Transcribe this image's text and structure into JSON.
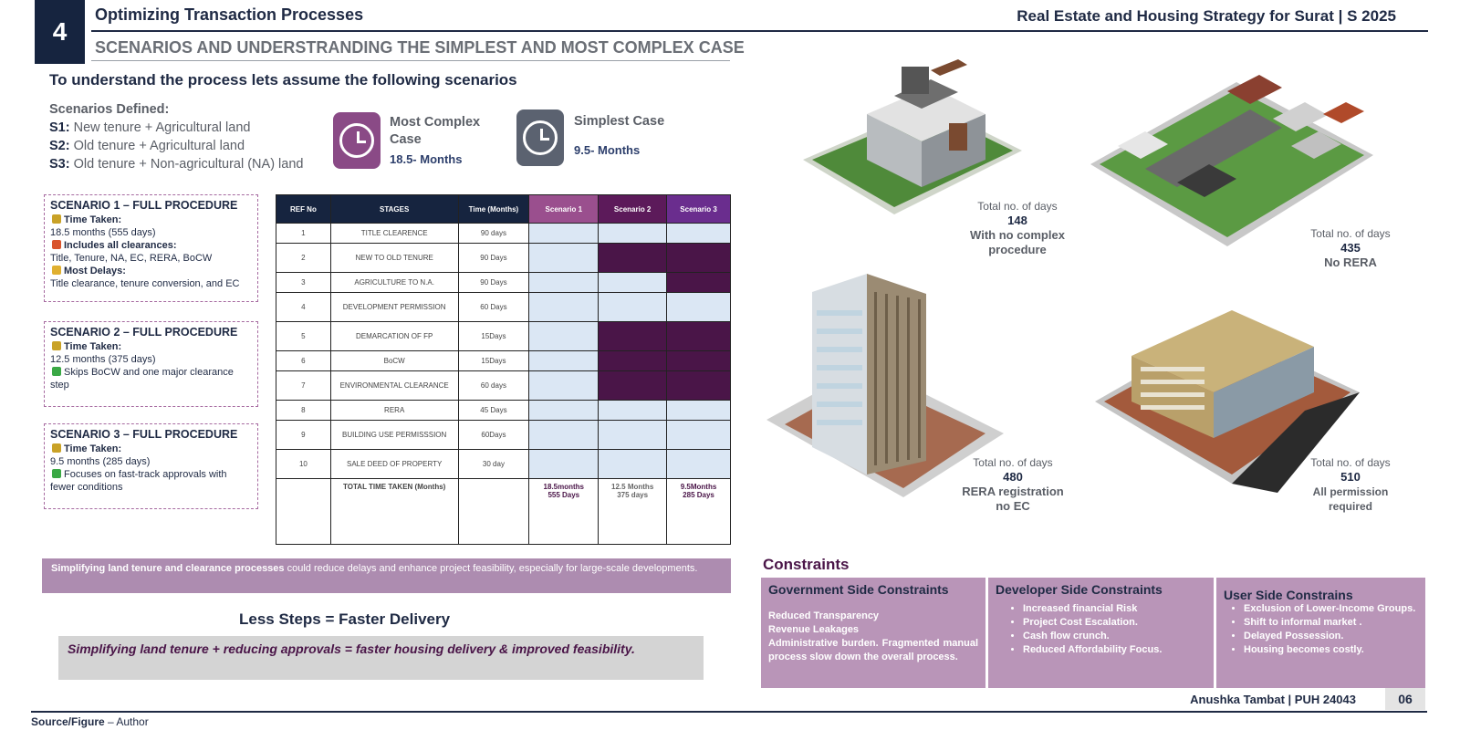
{
  "header": {
    "chapter_number": "4",
    "section_title": "Optimizing Transaction Processes",
    "report_title": "Real Estate and Housing Strategy for Surat | S 2025",
    "subtitle": "SCENARIOS AND UNDERSTRANDING THE SIMPLEST AND MOST COMPLEX CASE"
  },
  "intro": {
    "lead": "To understand the process lets assume the following scenarios",
    "defined_label": "Scenarios Defined:",
    "items": [
      {
        "code": "S1:",
        "text": "New tenure + Agricultural land"
      },
      {
        "code": "S2:",
        "text": "Old tenure + Agricultural land"
      },
      {
        "code": "S3:",
        "text": "Old tenure + Non-agricultural (NA) land"
      }
    ]
  },
  "cases": {
    "complex": {
      "title": "Most Complex Case",
      "value": "18.5- Months",
      "color": "#8a4a86",
      "icon": "clock-icon"
    },
    "simple": {
      "title": "Simplest Case",
      "value": "9.5- Months",
      "color": "#5b6270",
      "icon": "clock-icon"
    }
  },
  "scenario_boxes": [
    {
      "title": "SCENARIO 1 – FULL PROCEDURE",
      "time_label": "Time Taken:",
      "time_value": "18.5 months (555 days)",
      "note_label": "Includes all clearances:",
      "note_value": "Title, Tenure, NA, EC, RERA, BoCW",
      "extra_label": "Most Delays:",
      "extra_value": "Title clearance, tenure conversion, and EC"
    },
    {
      "title": "SCENARIO 2 – FULL PROCEDURE",
      "time_label": "Time Taken:",
      "time_value": "12.5 months (375 days)",
      "note_value": "Skips BoCW and one major clearance step"
    },
    {
      "title": "SCENARIO 3 – FULL PROCEDURE",
      "time_label": "Time Taken:",
      "time_value": "9.5 months (285 days)",
      "note_value": "Focuses on fast-track approvals with fewer conditions"
    }
  ],
  "table": {
    "headers": [
      "REF No",
      "STAGES",
      "Time (Months)",
      "Scenario 1",
      "Scenario 2",
      "Scenario 3"
    ],
    "header_colors": [
      "#16243f",
      "#16243f",
      "#16243f",
      "#9a4f8e",
      "#5c1a5a",
      "#6a2d8e"
    ],
    "rows": [
      {
        "ref": "1",
        "stage": "TITLE CLEARENCE",
        "time": "90 days",
        "fill": [
          "light",
          "light",
          "light"
        ]
      },
      {
        "ref": "2",
        "stage": "NEW TO OLD TENURE",
        "time": "90 Days",
        "fill": [
          "light",
          "dark",
          "dark"
        ]
      },
      {
        "ref": "3",
        "stage": "AGRICULTURE TO N.A.",
        "time": "90 Days",
        "fill": [
          "light",
          "light",
          "dark"
        ]
      },
      {
        "ref": "4",
        "stage": "DEVELOPMENT PERMISSION",
        "time": "60 Days",
        "fill": [
          "light",
          "light",
          "light"
        ]
      },
      {
        "ref": "5",
        "stage": "DEMARCATION OF FP",
        "time": "15Days",
        "fill": [
          "light",
          "dark",
          "dark"
        ]
      },
      {
        "ref": "6",
        "stage": "BoCW",
        "time": "15Days",
        "fill": [
          "light",
          "dark",
          "dark"
        ]
      },
      {
        "ref": "7",
        "stage": "ENVIRONMENTAL CLEARANCE",
        "time": "60 days",
        "fill": [
          "light",
          "dark",
          "dark"
        ]
      },
      {
        "ref": "8",
        "stage": "RERA",
        "time": "45 Days",
        "fill": [
          "light",
          "light",
          "light"
        ]
      },
      {
        "ref": "9",
        "stage": "BUILDING USE PERMISSSION",
        "time": "60Days",
        "fill": [
          "light",
          "light",
          "light"
        ]
      },
      {
        "ref": "10",
        "stage": "SALE DEED OF PROPERTY",
        "time": "30 day",
        "fill": [
          "light",
          "light",
          "light"
        ]
      }
    ],
    "total_label": "TOTAL TIME TAKEN (Months)",
    "totals": [
      {
        "months": "18.5months",
        "days": "555 Days",
        "color": "#4a1548"
      },
      {
        "months": "12.5 Months",
        "days": "375 days",
        "color": "#666666"
      },
      {
        "months": "9.5Months",
        "days": "285 Days",
        "color": "#4a1548"
      }
    ]
  },
  "note": {
    "bold": "Simplifying land tenure and clearance processes",
    "rest": " could reduce delays and enhance project feasibility, especially for large-scale developments."
  },
  "less_steps": "Less Steps = Faster Delivery",
  "conclusion": "Simplifying land tenure + reducing approvals = faster housing delivery & improved feasibility.",
  "developments": [
    {
      "label": "Total no. of days",
      "days": "148",
      "desc": "With no complex procedure"
    },
    {
      "label": "Total no. of days",
      "days": "435",
      "desc": "No RERA"
    },
    {
      "label": "Total no. of days",
      "days": "480",
      "desc": "RERA registration no EC"
    },
    {
      "label": "Total no. of days",
      "days": "510",
      "desc": "All permission required"
    }
  ],
  "constraints": {
    "title": "Constraints",
    "government": {
      "title": "Government Side Constraints",
      "lines": [
        "Reduced Transparency",
        "Revenue Leakages",
        "Administrative burden. Fragmented manual process slow down the overall process."
      ]
    },
    "developer": {
      "title": "Developer Side Constraints",
      "items": [
        "Increased financial Risk",
        "Project Cost Escalation.",
        "Cash flow crunch.",
        "Reduced Affordability Focus."
      ]
    },
    "user": {
      "title": "User Side Constrains",
      "items": [
        "Exclusion of Lower-Income Groups.",
        "Shift to informal market .",
        "Delayed Possession.",
        "Housing becomes costly."
      ]
    }
  },
  "footer": {
    "author": "Anushka Tambat | PUH 24043",
    "page": "06",
    "source_label": "Source/Figure",
    "source_sep": " – ",
    "source_value": "Author"
  }
}
